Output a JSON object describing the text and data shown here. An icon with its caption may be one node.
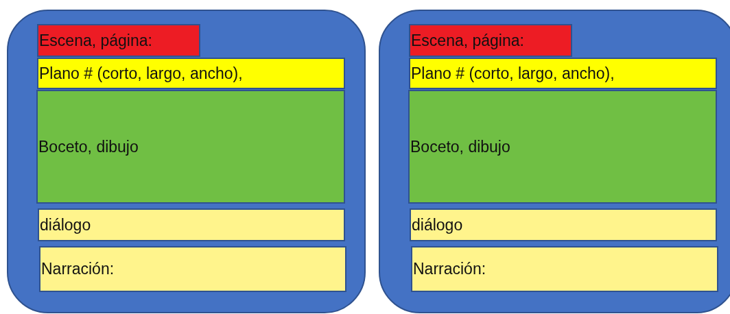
{
  "diagram": {
    "nodes": [
      {
        "text": [],
        "shape": "box"
      },
      {
        "text": [
          "Escena, página:"
        ],
        "in": 0
      },
      {
        "text": [
          "Plano # (corto, largo, ancho),"
        ],
        "in": 0
      },
      {
        "text": [
          "Boceto, dibujo"
        ],
        "in": 0
      },
      {
        "text": [
          "diálogo"
        ],
        "in": 0
      },
      {
        "text": [
          "Narración:"
        ],
        "in": 0
      },
      {
        "text": [],
        "shape": "box"
      },
      {
        "text": [
          "Escena, página:"
        ],
        "in": 6
      },
      {
        "text": [
          "Plano # (corto, largo, ancho),"
        ],
        "in": 6
      },
      {
        "text": [
          "Boceto, dibujo"
        ],
        "in": 6
      },
      {
        "text": [
          "diálogo"
        ],
        "in": 6
      },
      {
        "text": [
          "Narración:"
        ],
        "in": 6
      }
    ],
    "edges": []
  }
}
